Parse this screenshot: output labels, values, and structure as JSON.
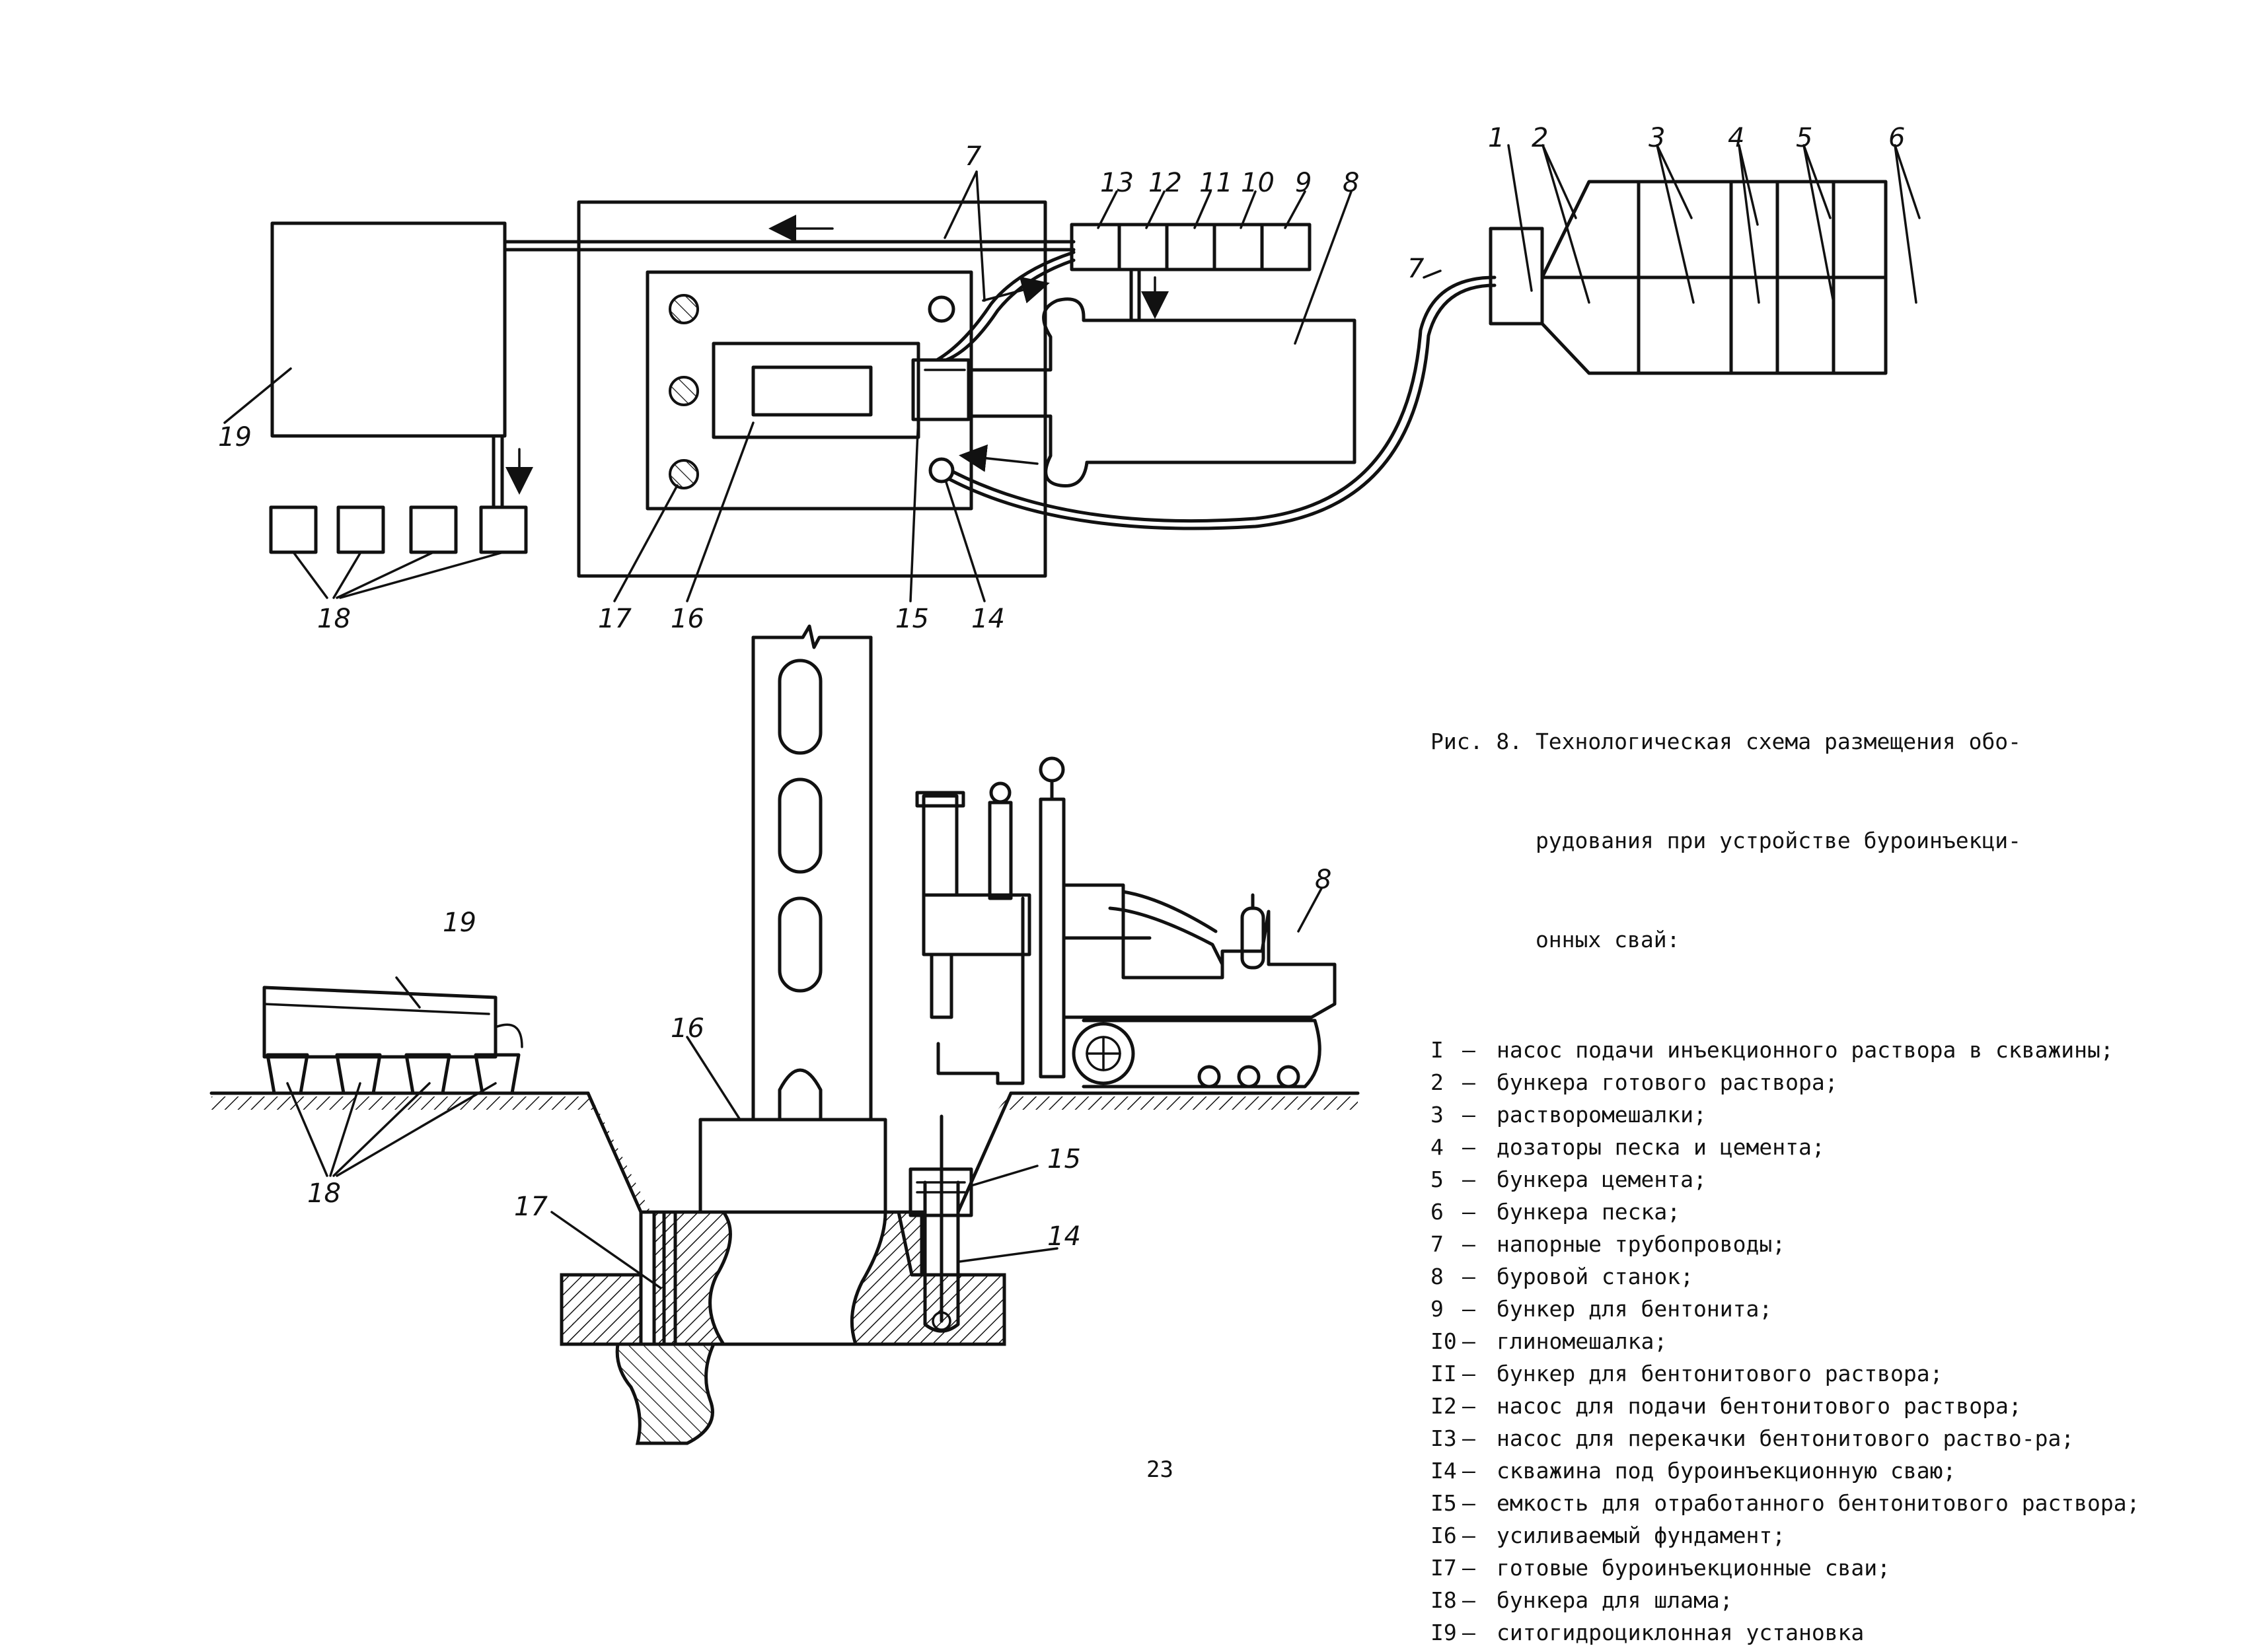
{
  "figure": {
    "caption_lines": [
      "Рис. 8. Технологическая схема размещения обо-",
      "        рудования при устройстве буроинъекци-",
      "        онных свай:"
    ],
    "legend": [
      {
        "num": "I",
        "text": "насос подачи инъекционного раствора в скважины;"
      },
      {
        "num": "2",
        "text": "бункера готового раствора;"
      },
      {
        "num": "3",
        "text": "растворомешалки;"
      },
      {
        "num": "4",
        "text": "дозаторы песка и цемента;"
      },
      {
        "num": "5",
        "text": "бункера цемента;"
      },
      {
        "num": "6",
        "text": "бункера песка;"
      },
      {
        "num": "7",
        "text": "напорные трубопроводы;"
      },
      {
        "num": "8",
        "text": "буровой станок;"
      },
      {
        "num": "9",
        "text": "бункер для бентонита;"
      },
      {
        "num": "I0",
        "text": "глиномешалка;"
      },
      {
        "num": "II",
        "text": "бункер для бентонитового раствора;"
      },
      {
        "num": "I2",
        "text": "насос для подачи бентонитового раствора;"
      },
      {
        "num": "I3",
        "text": "насос для перекачки бентонитового раство-ра;"
      },
      {
        "num": "I4",
        "text": "скважина под буроинъекционную сваю;"
      },
      {
        "num": "I5",
        "text": "емкость для отработанного бентонитового раствора;"
      },
      {
        "num": "I6",
        "text": "усиливаемый фундамент;"
      },
      {
        "num": "I7",
        "text": "готовые буроинъекционные сваи;"
      },
      {
        "num": "I8",
        "text": "бункера для шлама;"
      },
      {
        "num": "I9",
        "text": "ситогидроциклонная установка"
      }
    ],
    "dash": "–"
  },
  "plan_labels": {
    "l1": "1",
    "l2": "2",
    "l3": "3",
    "l4": "4",
    "l5": "5",
    "l6": "6",
    "l7a": "7",
    "l7b": "7",
    "l8": "8",
    "l9": "9",
    "l10": "10",
    "l11": "11",
    "l12": "12",
    "l13": "13",
    "l14": "14",
    "l15": "15",
    "l16": "16",
    "l17": "17",
    "l18": "18",
    "l19": "19"
  },
  "section_labels": {
    "l8": "8",
    "l14": "14",
    "l15": "15",
    "l16": "16",
    "l17": "17",
    "l18": "18",
    "l19": "19"
  },
  "page_number": "23"
}
